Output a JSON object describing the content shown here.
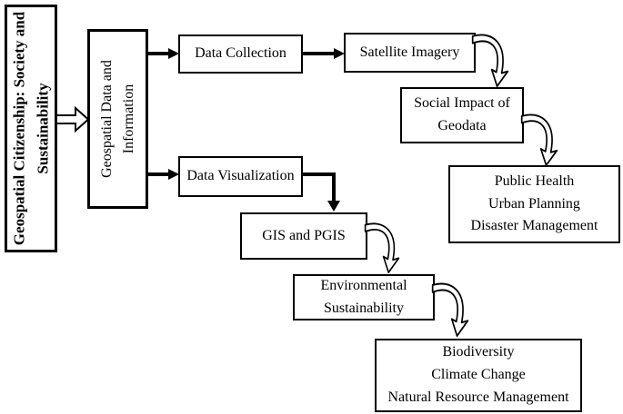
{
  "diagram": {
    "title_box": {
      "label": "Geospatial Citizenship: Society and\nSustainability"
    },
    "nodes": {
      "geospatial_data": {
        "label": "Geospatial Data and\nInformation"
      },
      "data_collection": {
        "label": "Data Collection"
      },
      "satellite_imagery": {
        "label": "Satellite Imagery"
      },
      "social_impact": {
        "label": "Social Impact of\nGeodata"
      },
      "social_applications": {
        "label": "Public Health\nUrban Planning\nDisaster Management"
      },
      "data_visualization": {
        "label": "Data Visualization"
      },
      "gis_pgis": {
        "label": "GIS and PGIS"
      },
      "environmental": {
        "label": "Environmental\nSustainability"
      },
      "environmental_applications": {
        "label": "Biodiversity\nClimate Change\nNatural Resource Management"
      }
    },
    "edges": [
      {
        "from": "Geospatial Citizenship: Society and Sustainability",
        "to": "Geospatial Data and Information",
        "style": "block-arrow"
      },
      {
        "from": "Geospatial Data and Information",
        "to": "Data Collection",
        "style": "straight"
      },
      {
        "from": "Data Collection",
        "to": "Satellite Imagery",
        "style": "straight"
      },
      {
        "from": "Satellite Imagery",
        "to": "Social Impact of Geodata",
        "style": "curved"
      },
      {
        "from": "Social Impact of Geodata",
        "to": "Public Health Urban Planning Disaster Management",
        "style": "curved"
      },
      {
        "from": "Geospatial Data and Information",
        "to": "Data Visualization",
        "style": "straight"
      },
      {
        "from": "Data Visualization",
        "to": "GIS and PGIS",
        "style": "elbow"
      },
      {
        "from": "GIS and PGIS",
        "to": "Environmental Sustainability",
        "style": "curved"
      },
      {
        "from": "Environmental Sustainability",
        "to": "Biodiversity Climate Change Natural Resource Management",
        "style": "curved"
      }
    ],
    "colors": {
      "border": "#000000",
      "background": "#ffffff",
      "text": "#000000"
    }
  }
}
